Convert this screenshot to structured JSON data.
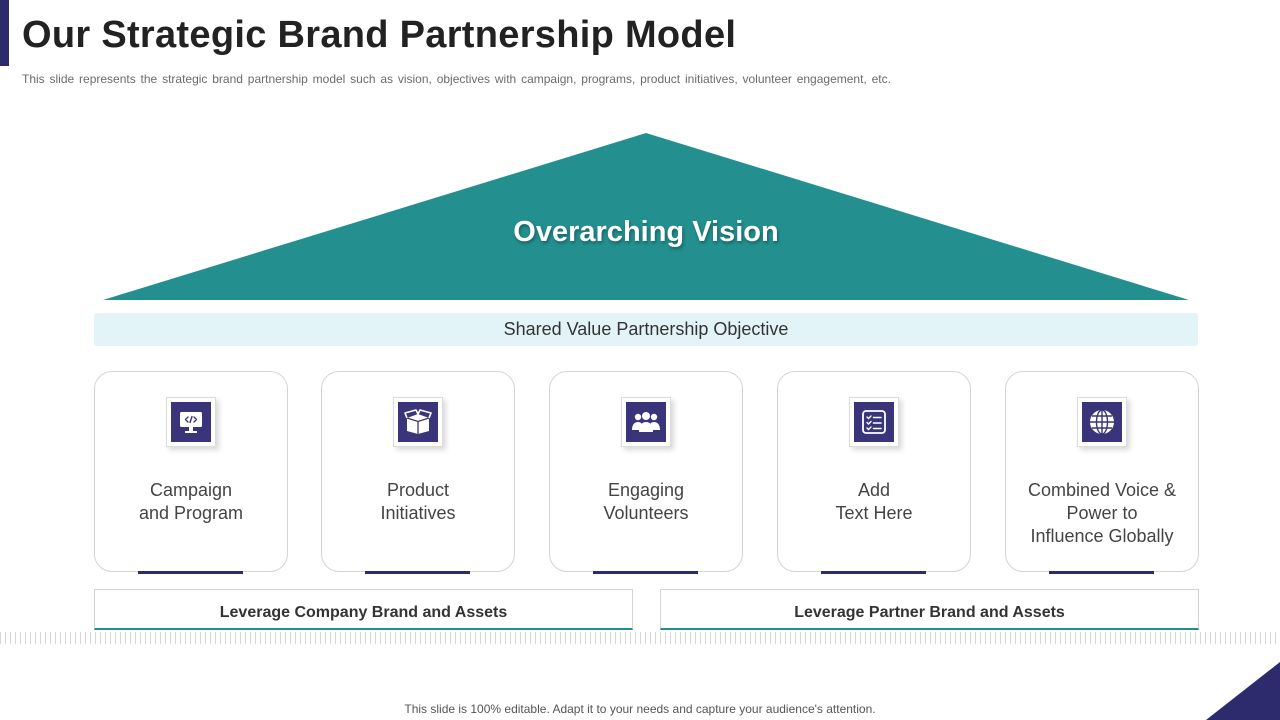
{
  "header": {
    "title": "Our Strategic Brand Partnership Model",
    "subtitle": "This slide represents the strategic brand partnership model such as vision, objectives with campaign, programs, product initiatives, volunteer engagement, etc."
  },
  "vision": {
    "label": "Overarching Vision"
  },
  "objective": {
    "label": "Shared Value Partnership Objective"
  },
  "pillars": [
    {
      "icon": "monitor-code-icon",
      "label": "Campaign\nand Program"
    },
    {
      "icon": "box-icon",
      "label": "Product\nInitiatives"
    },
    {
      "icon": "team-icon",
      "label": "Engaging\nVolunteers"
    },
    {
      "icon": "checklist-icon",
      "label": "Add\nText Here"
    },
    {
      "icon": "globe-icon",
      "label": "Combined Voice &\nPower to\nInfluence Globally"
    }
  ],
  "foundation": {
    "left": "Leverage Company Brand and Assets",
    "right": "Leverage Partner Brand and Assets"
  },
  "footer": {
    "text": "This slide is 100% editable. Adapt it to your needs and capture your audience's attention."
  },
  "colors": {
    "accent": "#2e2a6e",
    "teal": "#23908f",
    "icon_fill": "#3a357b",
    "objective_bg": "#e2f4f7"
  }
}
